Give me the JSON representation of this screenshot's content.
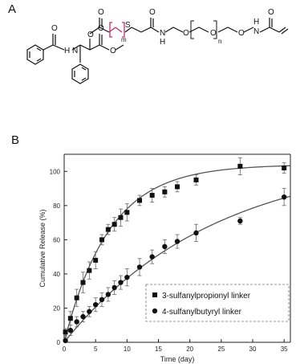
{
  "panels": {
    "a": "A",
    "b": "B"
  },
  "scheme": {
    "atoms": {
      "o": "O",
      "s": "S",
      "hn": "H N",
      "nh_h": "H",
      "nh_n": "N"
    },
    "subscripts": {
      "m": "m",
      "n": "n"
    },
    "accent_color": "#c0306a"
  },
  "chart_data": {
    "type": "scatter",
    "title": "",
    "xlabel": "Time (day)",
    "ylabel": "Cumulative Release (%)",
    "xlim": [
      0,
      36
    ],
    "ylim": [
      0,
      110
    ],
    "x_ticks": [
      "0",
      "5",
      "10",
      "15",
      "20",
      "25",
      "30",
      "35"
    ],
    "y_ticks": [
      "0",
      "20",
      "40",
      "60",
      "80",
      "100"
    ],
    "legend_position": "lower-right",
    "grid": false,
    "series": [
      {
        "name": "3-sulfanylpropionyl linker",
        "marker": "square",
        "x": [
          0.2,
          1,
          2,
          3,
          4,
          5,
          6,
          7,
          8,
          9,
          10,
          12,
          14,
          16,
          18,
          21,
          28,
          35
        ],
        "y": [
          6,
          14,
          26,
          35,
          42,
          48,
          60,
          66,
          69,
          73,
          76,
          83,
          86,
          88,
          91,
          95,
          103,
          102
        ],
        "errors": [
          2,
          4,
          5,
          6,
          5,
          5,
          3,
          3,
          4,
          5,
          5,
          3,
          4,
          3,
          3,
          3,
          5,
          3
        ],
        "fit": "y = 104 * (1 - exp(-x / 7.2))"
      },
      {
        "name": "4-sulfanylbutyryl linker",
        "marker": "circle",
        "x": [
          0.2,
          1,
          2,
          3,
          4,
          5,
          6,
          7,
          8,
          9,
          10,
          12,
          14,
          16,
          18,
          21,
          28,
          35
        ],
        "y": [
          1,
          7,
          12,
          15,
          18,
          22,
          25,
          28,
          32,
          35,
          38,
          44,
          50,
          56,
          59,
          64,
          71,
          85
        ],
        "errors": [
          2,
          3,
          3,
          3,
          3,
          4,
          4,
          4,
          4,
          4,
          5,
          5,
          4,
          4,
          4,
          5,
          2,
          5
        ],
        "fit": "y = 110 * (1 - exp(-x / 24))"
      }
    ]
  }
}
